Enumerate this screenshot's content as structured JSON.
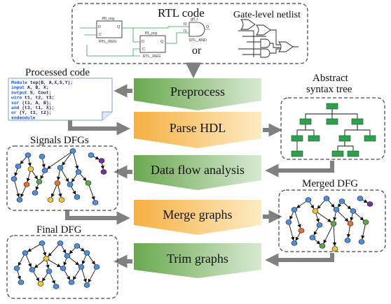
{
  "input": {
    "rtl_title": "RTL code",
    "gate_title": "Gate-level netlist",
    "or_label": "or",
    "rtl_labels": [
      "ff0_reg",
      "ff1_reg",
      "RTL_REG",
      "RTL_REG",
      "RTL_AND",
      "g0_i",
      "I0",
      "I1",
      "O",
      "D",
      "C",
      "Q",
      "D",
      "C",
      "Q"
    ]
  },
  "stages": [
    {
      "name": "preprocess",
      "label": "Preprocess",
      "color": "green"
    },
    {
      "name": "parse-hdl",
      "label": "Parse HDL",
      "color": "orange"
    },
    {
      "name": "data-flow-analysis",
      "label": "Data flow analysis",
      "color": "green"
    },
    {
      "name": "merge-graphs",
      "label": "Merge graphs",
      "color": "orange"
    },
    {
      "name": "trim-graphs",
      "label": "Trim graphs",
      "color": "green"
    }
  ],
  "outputs": {
    "processed_code_title": "Processed code",
    "ast_title_1": "Abstract",
    "ast_title_2": "syntax tree",
    "signals_dfg_title": "Signals DFGs",
    "merged_dfg_title": "Merged DFG",
    "final_dfg_title": "Final DFG"
  },
  "processed_code": [
    {
      "kw": "Module",
      "rest": " top(B, A,X,S,Y);"
    },
    {
      "kw": "  input",
      "rest": " A, B, X;"
    },
    {
      "kw": "  output",
      "rest": " S, Cout;"
    },
    {
      "kw": "  wire",
      "rest": " t1, t2, t3;"
    },
    {
      "kw": "  xor",
      "rest": " (t1, A, B);"
    },
    {
      "kw": "  and",
      "rest": " (t3, t1, X);"
    },
    {
      "kw": "  or",
      "rest": "  (Y, t3, t2);"
    },
    {
      "kw": "endmodule",
      "rest": ""
    }
  ],
  "colors": {
    "green_dark": "#6aa84f",
    "green_light": "#d8ead2",
    "orange_dark": "#f6b042",
    "orange_light": "#fdebc3",
    "arrow_gray": "#808080",
    "node_blue": "#4a90e2",
    "node_orange": "#e8702a",
    "node_yellow": "#f7c531",
    "node_green": "#5aa84a",
    "node_purple": "#7a2e9e",
    "ast_green": "#2ea14a"
  }
}
